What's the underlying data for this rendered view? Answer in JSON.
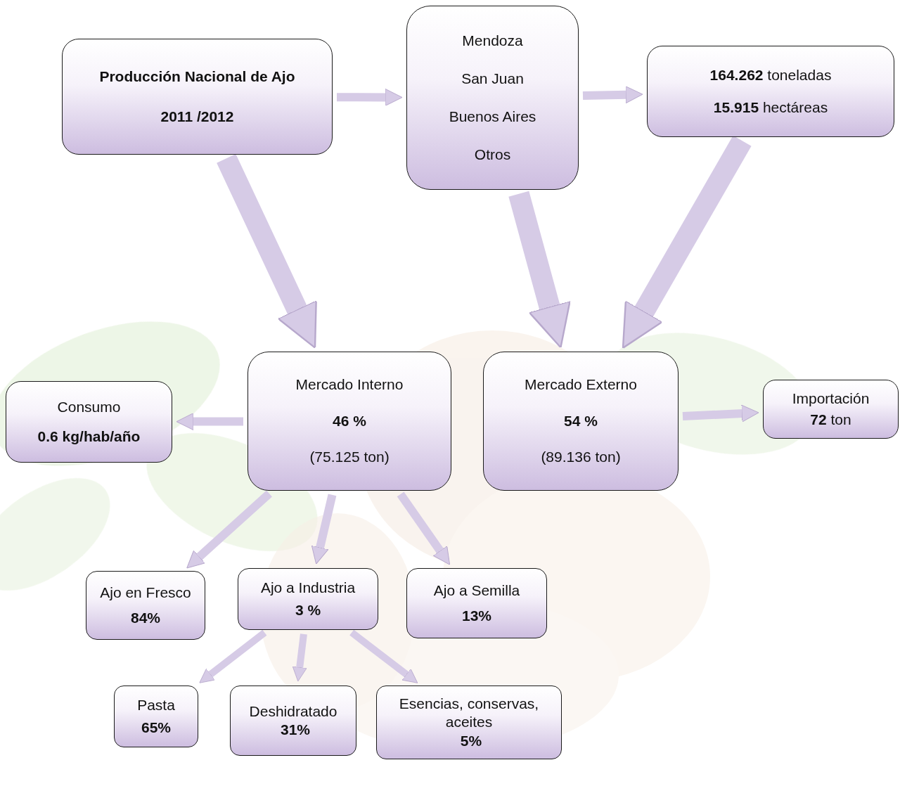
{
  "diagram": {
    "nodes": [
      {
        "text": [
          "Producción Nacional de Ajo",
          "2011 /2012"
        ]
      },
      {
        "text": [
          "Mendoza",
          "San Juan",
          "Buenos Aires",
          "Otros"
        ]
      },
      {
        "text": [
          "164.262 toneladas",
          "15.915 hectáreas"
        ]
      },
      {
        "text": [
          "Mercado Interno",
          "46 %",
          "(75.125 ton)"
        ]
      },
      {
        "text": [
          "Mercado Externo",
          "54 %",
          "(89.136 ton)"
        ]
      },
      {
        "text": [
          "Consumo",
          "0.6 kg/hab/año"
        ]
      },
      {
        "text": [
          "Importación",
          "72 ton"
        ]
      },
      {
        "text": [
          "Ajo en Fresco",
          "84%"
        ]
      },
      {
        "text": [
          "Ajo a Industria",
          "3 %"
        ]
      },
      {
        "text": [
          "Ajo a Semilla",
          "13%"
        ]
      },
      {
        "text": [
          "Pasta",
          "65%"
        ]
      },
      {
        "text": [
          "Deshidratado",
          "31%"
        ]
      },
      {
        "text": [
          "Esencias, conservas, aceites",
          "5%"
        ]
      }
    ],
    "edges": [
      {
        "from": 0,
        "to": 1,
        "arrow": "to"
      },
      {
        "from": 1,
        "to": 2,
        "arrow": "to"
      },
      {
        "from": 0,
        "to": 3,
        "arrow": "to"
      },
      {
        "from": 1,
        "to": 4,
        "arrow": "to"
      },
      {
        "from": 2,
        "to": 4,
        "arrow": "to"
      },
      {
        "from": 3,
        "to": 5,
        "arrow": "to"
      },
      {
        "from": 4,
        "to": 6,
        "arrow": "to"
      },
      {
        "from": 3,
        "to": 7,
        "arrow": "to"
      },
      {
        "from": 3,
        "to": 8,
        "arrow": "to"
      },
      {
        "from": 3,
        "to": 9,
        "arrow": "to"
      },
      {
        "from": 8,
        "to": 10,
        "arrow": "to"
      },
      {
        "from": 8,
        "to": 11,
        "arrow": "to"
      },
      {
        "from": 8,
        "to": 12,
        "arrow": "to"
      }
    ]
  }
}
